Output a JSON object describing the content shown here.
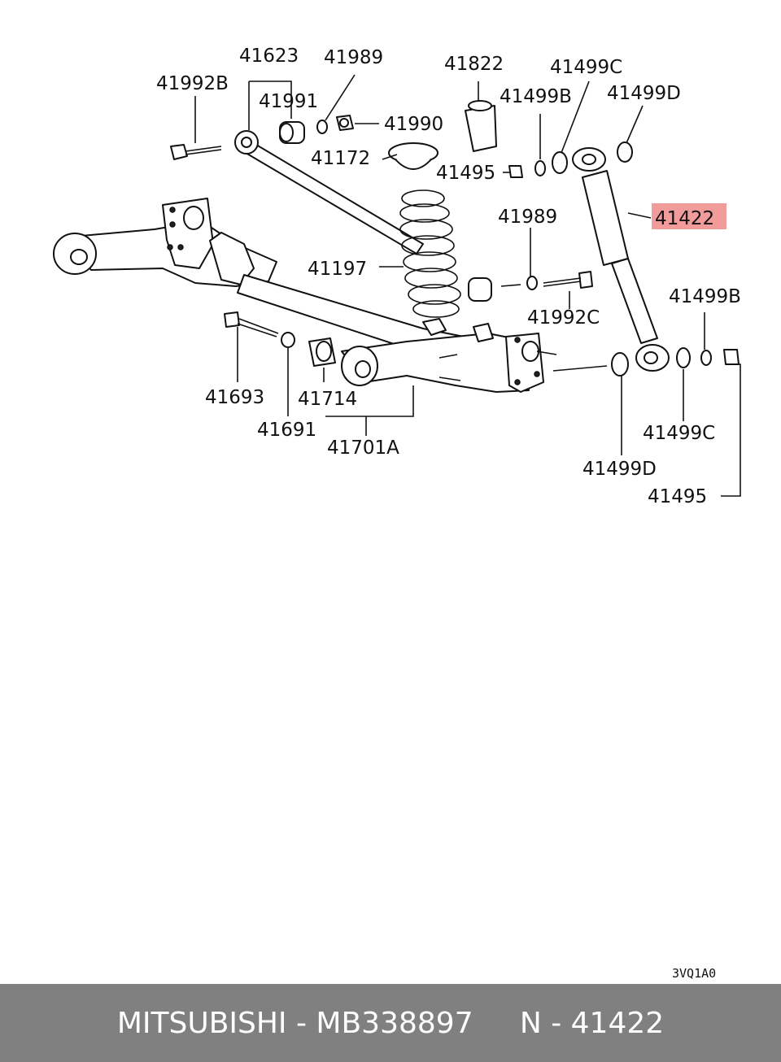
{
  "diagram": {
    "labels": {
      "p41623": "41623",
      "p41989_top": "41989",
      "p41822": "41822",
      "p41499C_top": "41499C",
      "p41992B": "41992B",
      "p41991": "41991",
      "p41499B_top": "41499B",
      "p41499D_top": "41499D",
      "p41990": "41990",
      "p41172": "41172",
      "p41495_top": "41495",
      "p41989_mid": "41989",
      "p41422": "41422",
      "p41197": "41197",
      "p41992C": "41992C",
      "p41499B_right": "41499B",
      "p41693": "41693",
      "p41714": "41714",
      "p41691": "41691",
      "p41701A": "41701A",
      "p41499C_bottom": "41499C",
      "p41499D_bottom": "41499D",
      "p41495_bottom": "41495"
    },
    "drawing_code": "3VQ1A0",
    "highlight_color": "#f29b9b",
    "highlighted_part": "41422"
  },
  "footer": {
    "text": "MITSUBISHI - MB338897     N - 41422",
    "background": "#808080",
    "text_color": "#ffffff"
  }
}
